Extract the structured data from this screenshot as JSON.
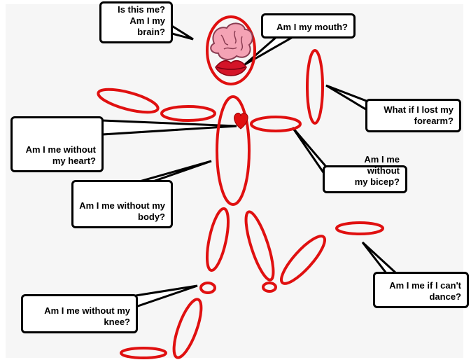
{
  "colors": {
    "background": "#f6f6f6",
    "body_outline": "#e01010",
    "bubble_border": "#000000",
    "bubble_fill": "#ffffff"
  },
  "icons": {
    "brain": "brain-icon",
    "lips": "lips-icon",
    "heart": "heart-icon"
  },
  "bubbles": {
    "brain": "Is this me?\nAm I my\nbrain?",
    "mouth": "Am I my mouth?",
    "forearm": "What if I lost my\nforearm?",
    "heart": "Am I me without\nmy heart?",
    "bicep": "Am I me without\nmy bicep?",
    "body": "Am I me without my\nbody?",
    "dance": "Am I me if I can't\ndance?",
    "knee": "Am I me without my\nknee?"
  }
}
